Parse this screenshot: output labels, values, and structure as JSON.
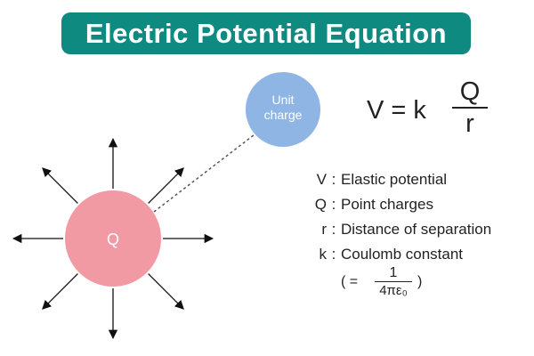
{
  "title": "Electric Potential Equation",
  "diagram": {
    "unit_charge_label_line1": "Unit",
    "unit_charge_label_line2": "charge",
    "source_charge_label": "Q",
    "colors": {
      "banner": "#0e8a80",
      "unit_charge_fill": "#8fb5e5",
      "source_charge_fill": "#f29aa4",
      "arrow": "#111111"
    }
  },
  "equation": {
    "lhs": "V = k",
    "numerator": "Q",
    "denominator": "r"
  },
  "legend": [
    {
      "symbol": "V",
      "separator": ":",
      "text": "Elastic potential"
    },
    {
      "symbol": "Q",
      "separator": ":",
      "text": "Point charges"
    },
    {
      "symbol": "r",
      "separator": ":",
      "text": "Distance of separation"
    },
    {
      "symbol": "k",
      "separator": ":",
      "text": "Coulomb constant"
    }
  ],
  "constant": {
    "open": "( =",
    "numerator": "1",
    "denominator": "4πε₀",
    "close": ")"
  }
}
